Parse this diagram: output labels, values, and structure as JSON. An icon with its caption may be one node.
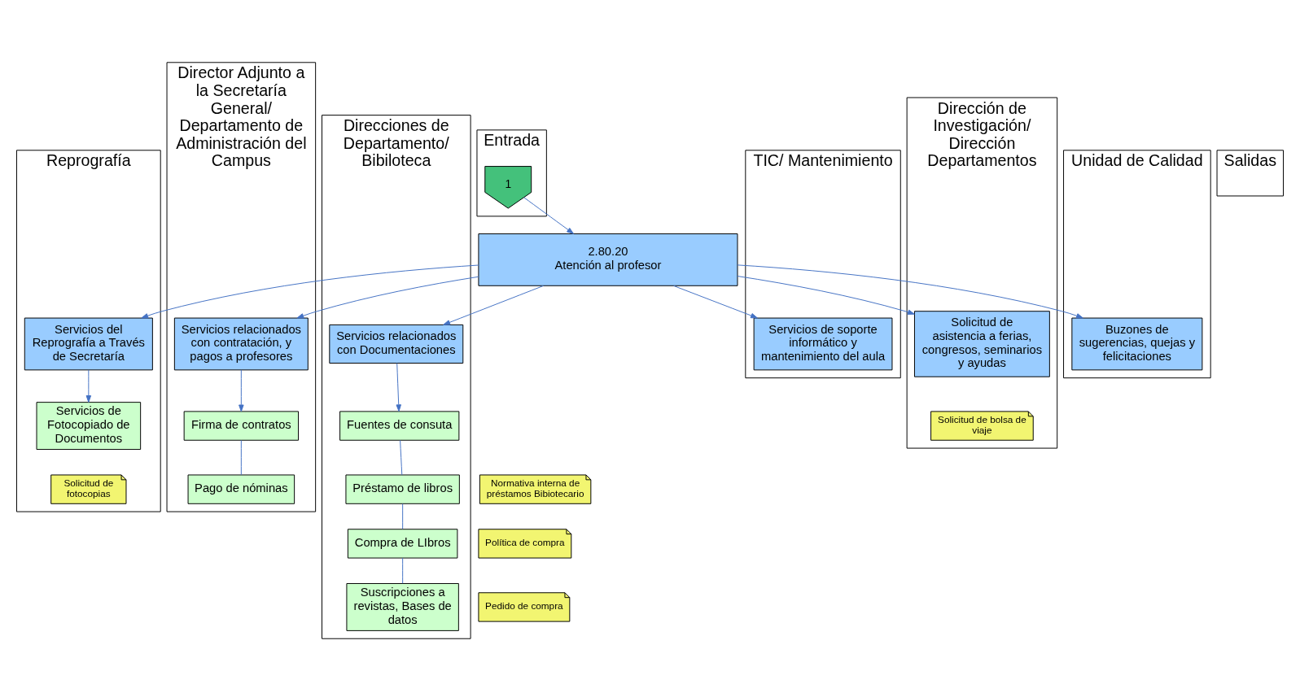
{
  "diagram": {
    "nodes": [
      {
        "text": [
          "Entrada"
        ]
      },
      {
        "text": [
          "Reprografía"
        ]
      },
      {
        "text": [
          "Director Adjunto a la Secretaría General/ Departamento de Administración del Campus"
        ]
      },
      {
        "text": [
          "Direcciones de Departamento/ Bibiloteca"
        ]
      },
      {
        "text": [
          "TIC/ Mantenimiento"
        ]
      },
      {
        "text": [
          "Dirección de Investigación/ Dirección Departamentos"
        ]
      },
      {
        "text": [
          "Unidad de Calidad"
        ]
      },
      {
        "text": [
          "Salidas"
        ]
      },
      {
        "text": [
          "1"
        ],
        "in": 0
      },
      {
        "text": [
          "2.80.20",
          "Atención al profesor"
        ]
      },
      {
        "text": [
          "Servicios del Reprografía a Través de Secretaría"
        ],
        "in": 1
      },
      {
        "text": [
          "Servicios de Fotocopiado de Documentos"
        ],
        "in": 1
      },
      {
        "text": [
          "Solicitud de fotocopias"
        ],
        "in": 1
      },
      {
        "text": [
          "Servicios relacionados con contratación, y pagos a profesores"
        ],
        "in": 2
      },
      {
        "text": [
          "Firma de contratos"
        ],
        "in": 2
      },
      {
        "text": [
          "Pago de nóminas"
        ],
        "in": 2
      },
      {
        "text": [
          "Política de compra"
        ]
      },
      {
        "text": [
          "Servicios relacionados con Documentaciones"
        ],
        "in": 3
      },
      {
        "text": [
          "Fuentes de consuta"
        ],
        "in": 3
      },
      {
        "text": [
          "Préstamo de libros"
        ],
        "in": 3
      },
      {
        "text": [
          "Compra de LIbros"
        ],
        "in": 3
      },
      {
        "text": [
          "Suscripciones a revistas, Bases de datos"
        ],
        "in": 3
      },
      {
        "text": [
          "Normativa interna de préstamos Bibiotecario"
        ]
      },
      {
        "text": [
          "Pedido de compra"
        ]
      },
      {
        "text": [
          "Servicios de soporte informático y mantenimiento del aula"
        ],
        "in": 4
      },
      {
        "text": [
          "Solicitud de asistencia a ferias, congresos, seminarios y ayudas"
        ],
        "in": 5
      },
      {
        "text": [
          "Solicitud de bolsa de viaje"
        ],
        "in": 5
      },
      {
        "text": [
          "Buzones de sugerencias, quejas y felicitaciones"
        ],
        "in": 6
      }
    ],
    "edges": [
      {
        "from": 8,
        "to": 9,
        "arrow": "to"
      },
      {
        "from": 9,
        "to": 10,
        "arrow": "to"
      },
      {
        "from": 9,
        "to": 13,
        "arrow": "to"
      },
      {
        "from": 9,
        "to": 17,
        "arrow": "to"
      },
      {
        "from": 9,
        "to": 24,
        "arrow": "to"
      },
      {
        "from": 9,
        "to": 25,
        "arrow": "to"
      },
      {
        "from": 9,
        "to": 27,
        "arrow": "to"
      },
      {
        "from": 10,
        "to": 11,
        "arrow": "to"
      },
      {
        "from": 13,
        "to": 14,
        "arrow": "to"
      },
      {
        "from": 17,
        "to": 18,
        "arrow": "to"
      },
      {
        "from": 14,
        "to": 15,
        "arrow": "none"
      },
      {
        "from": 18,
        "to": 19,
        "arrow": "none"
      },
      {
        "from": 19,
        "to": 20,
        "arrow": "none"
      },
      {
        "from": 20,
        "to": 21,
        "arrow": "none"
      }
    ]
  }
}
